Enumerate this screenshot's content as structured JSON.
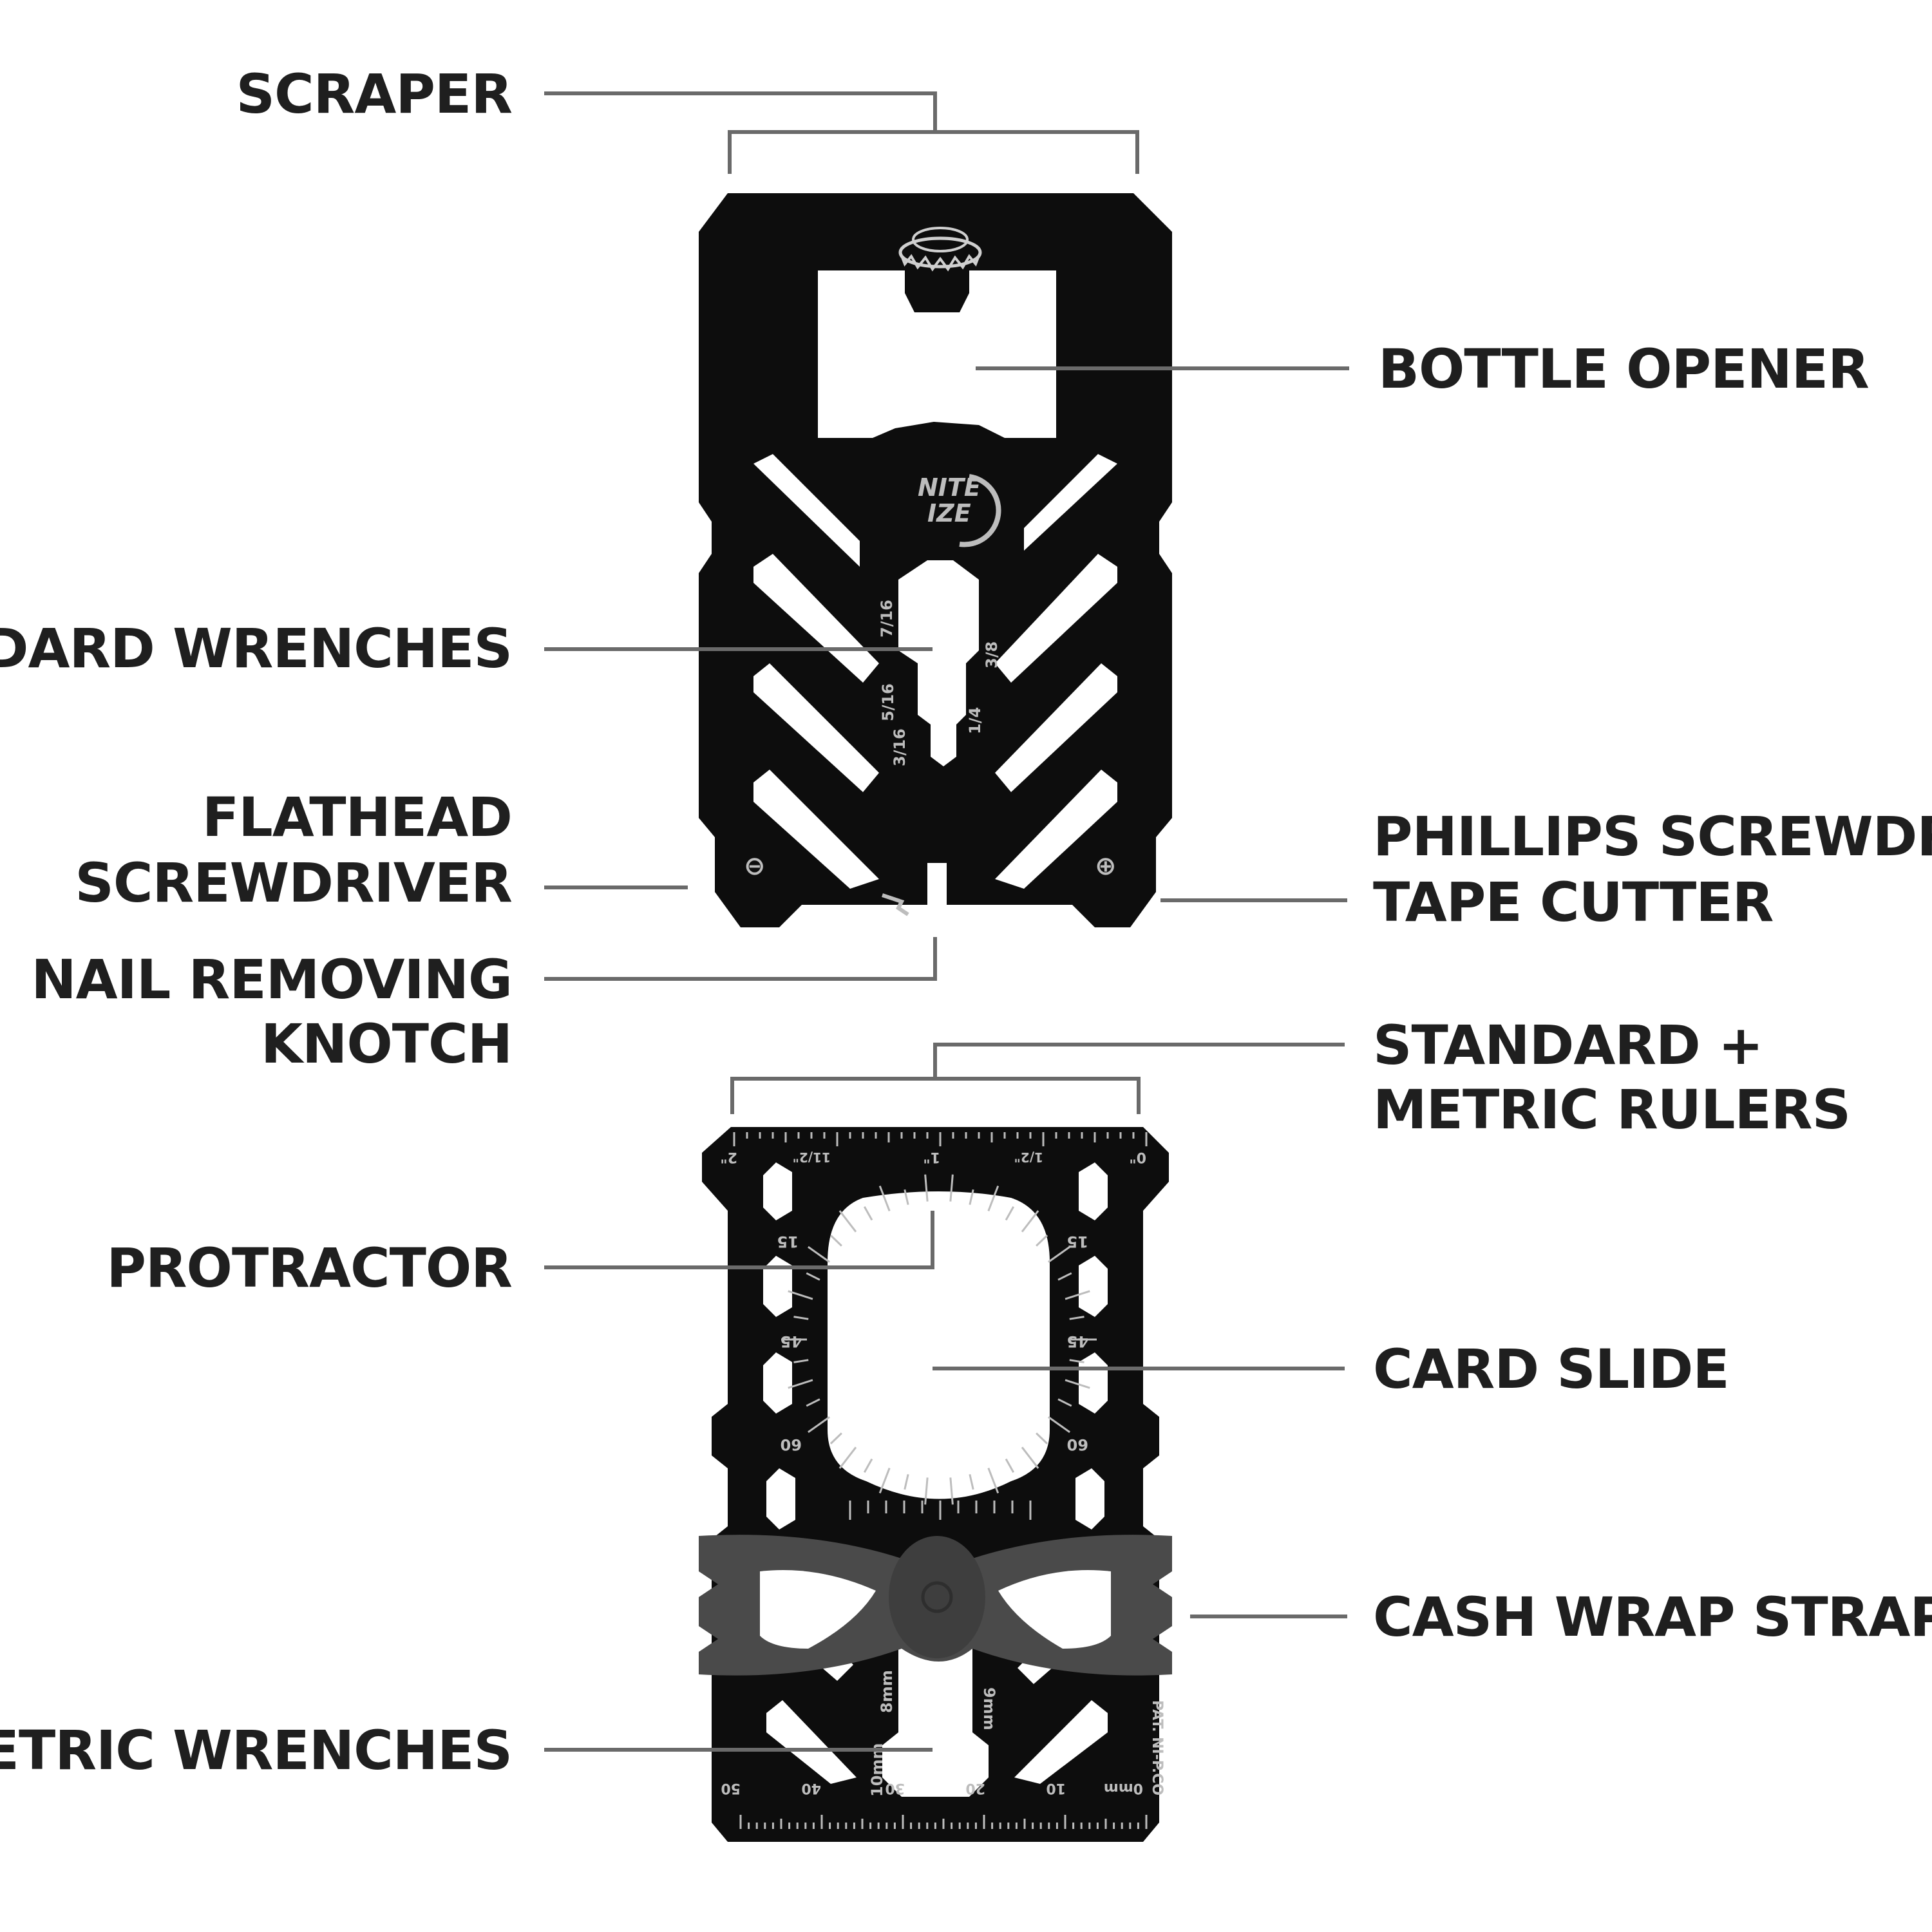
{
  "labels": {
    "scraper": "SCRAPER",
    "bottle_opener": "BOTTLE OPENER",
    "standard_wrenches": "STANDARD WRENCHES",
    "flathead_l1": "FLATHEAD",
    "flathead_l2": "SCREWDRIVER",
    "phillips_l1": "PHILLIPS SCREWDRIVER/",
    "phillips_l2": "TAPE CUTTER",
    "nail_l1": "NAIL REMOVING",
    "nail_l2": "KNOTCH",
    "rulers_l1": "STANDARD +",
    "rulers_l2": "METRIC RULERS",
    "protractor": "PROTRACTOR",
    "card_slide": "CARD SLIDE",
    "cash_wrap": "CASH WRAP STRAP",
    "metric_wrenches": "METRIC WRENCHES"
  },
  "top_tool": {
    "logo_l1": "NITE",
    "logo_l2": "IZE",
    "sizes": [
      "7/16",
      "3/8",
      "5/16",
      "1/4",
      "3/16"
    ],
    "icon_minus": "⊖",
    "icon_plus": "⊕"
  },
  "bottom_tool": {
    "inch_marks": [
      "2\"",
      "11/2\"",
      "1\"",
      "1/2\"",
      "0\""
    ],
    "angle_marks": [
      "15",
      "15",
      "45",
      "45",
      "60",
      "60"
    ],
    "metric_marks": [
      "50",
      "40",
      "30",
      "20",
      "10",
      "0mm"
    ],
    "wrench_sizes": [
      "8mm",
      "9mm",
      "10mm"
    ],
    "patent": "PAT. NI-P.CO"
  },
  "colors": {
    "metal": "#0d0d0d",
    "strap": "#4a4a4a",
    "leader": "#6a6a6a",
    "text": "#1f1f1f"
  }
}
